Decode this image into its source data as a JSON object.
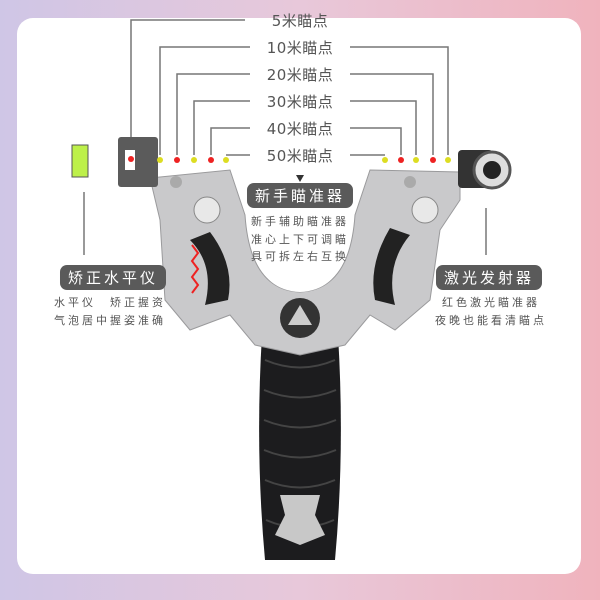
{
  "aim_points": [
    "5米瞄点",
    "10米瞄点",
    "20米瞄点",
    "30米瞄点",
    "40米瞄点",
    "50米瞄点"
  ],
  "features": {
    "center": {
      "title": "新手瞄准器",
      "lines": [
        "新手辅助瞄准器",
        "准心上下可调瞄",
        "具可拆左右互换"
      ]
    },
    "left": {
      "title": "矫正水平仪",
      "lines": [
        "水平仪　矫正握资",
        "气泡居中握姿准确"
      ]
    },
    "right": {
      "title": "激光发射器",
      "lines": [
        "红色激光瞄准器",
        "夜晚也能看清瞄点"
      ]
    }
  },
  "colors": {
    "badge": "#5a5a5a",
    "frame_left": "#cfc6e6",
    "frame_right": "#f0b3bd"
  }
}
